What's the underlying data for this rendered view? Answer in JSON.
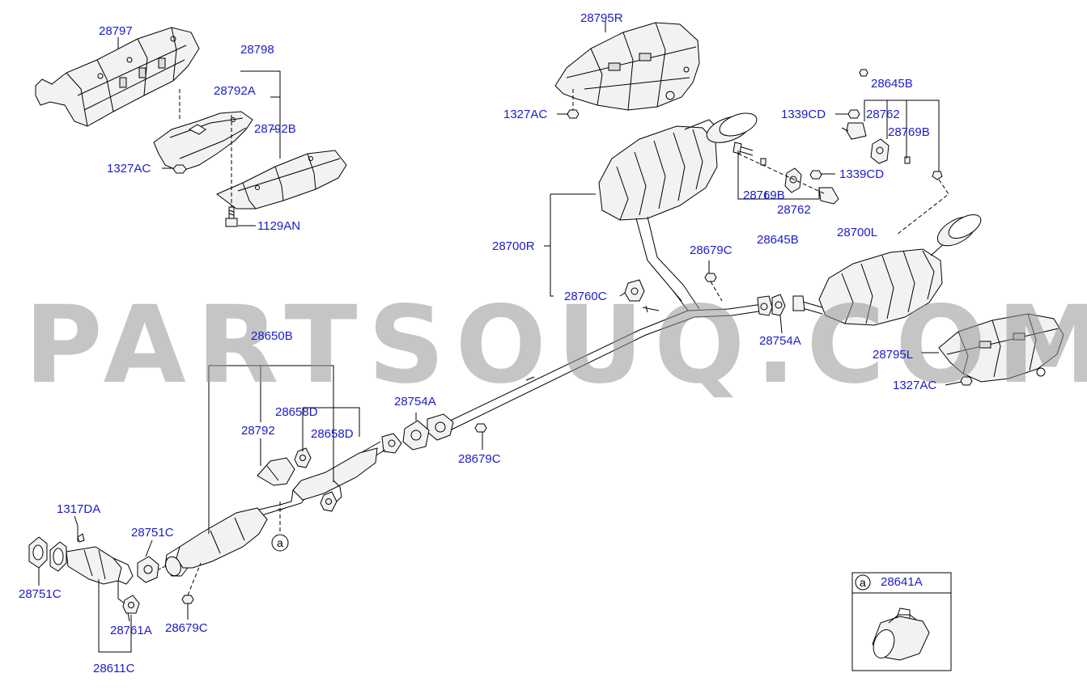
{
  "watermark": "PARTSOUQ.COM",
  "colors": {
    "label": "#1c1cc8",
    "line": "#000000",
    "part_fill": "#f1f1f1",
    "watermark": "#969696"
  },
  "inset": {
    "marker": "a",
    "part_number": "28641A"
  },
  "callout_marker": "a",
  "labels": [
    "28797",
    "28798",
    "28792A",
    "28792B",
    "1327AC",
    "1129AN",
    "28795R",
    "1327AC",
    "28645B",
    "1339CD",
    "28762",
    "28769B",
    "1339CD",
    "28769B",
    "28762",
    "28645B",
    "28700R",
    "28679C",
    "28760C",
    "28700L",
    "28754A",
    "28795L",
    "1327AC",
    "28650B",
    "28754A",
    "28658D",
    "28792",
    "28658D",
    "28679C",
    "1317DA",
    "28751C",
    "28751C",
    "28761A",
    "28679C",
    "28611C"
  ]
}
